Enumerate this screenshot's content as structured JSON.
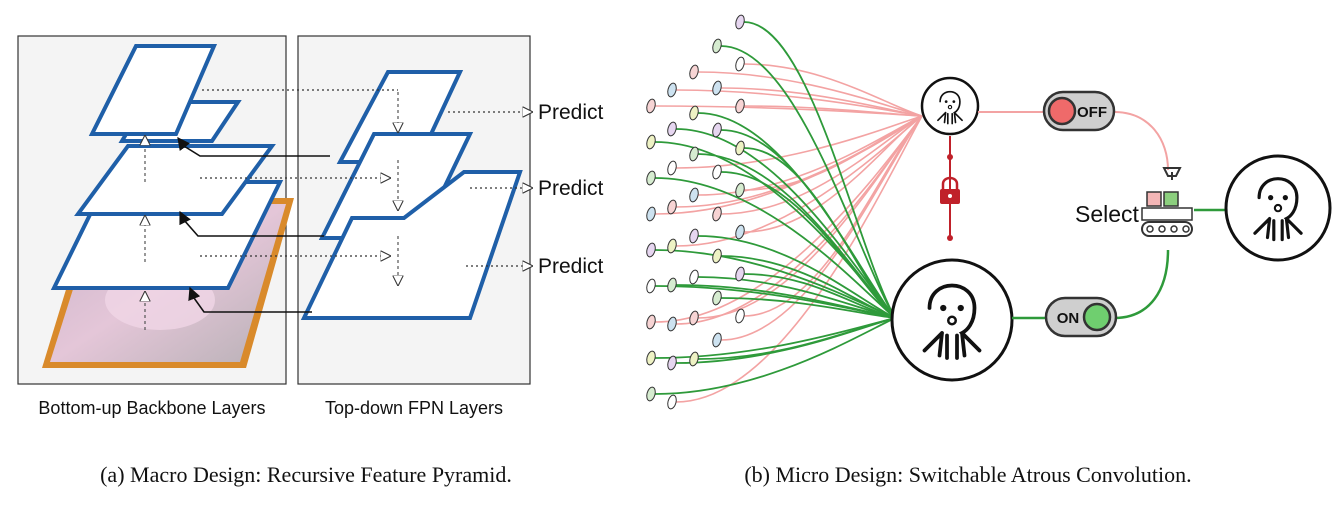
{
  "panel_a": {
    "predict_labels": [
      "Predict",
      "Predict",
      "Predict"
    ],
    "left_box_label": "Bottom-up Backbone Layers",
    "right_box_label": "Top-down FPN Layers",
    "caption": "(a) Macro Design: Recursive Feature Pyramid."
  },
  "panel_b": {
    "switch_off_label": "OFF",
    "switch_on_label": "ON",
    "select_label": "Select",
    "caption": "(b) Micro Design: Switchable Atrous Convolution."
  },
  "colors": {
    "layer_blue": "#1f5fa8",
    "image_frame_orange": "#d98a2b",
    "red_connection": "#f3a3a3",
    "green_connection": "#2e9a3a",
    "lock_red": "#c0212a",
    "off_red": "#ef6a6a",
    "on_green": "#6fcf6f"
  }
}
